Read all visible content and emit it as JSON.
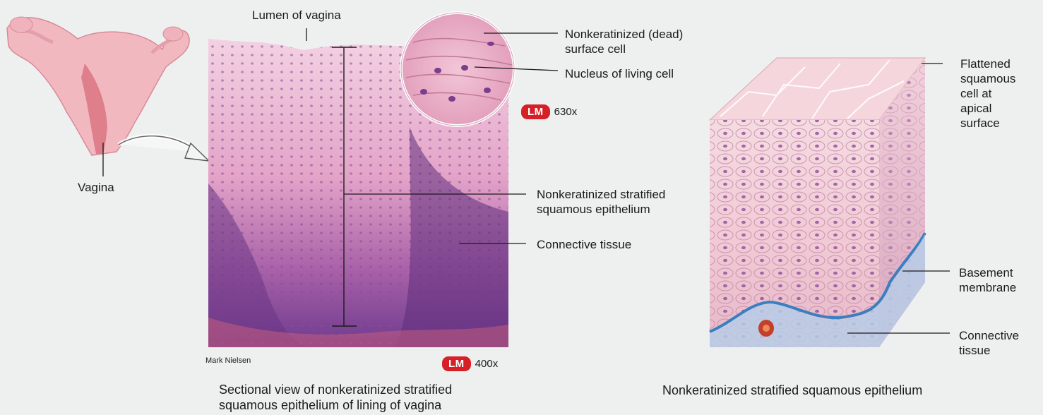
{
  "labels": {
    "lumen": "Lumen of vagina",
    "vagina": "Vagina",
    "surface_cell": "Nonkeratinized (dead)\nsurface cell",
    "nucleus": "Nucleus of living cell",
    "epithelium": "Nonkeratinized stratified\nsquamous epithelium",
    "connective_left": "Connective tissue",
    "flattened": "Flattened\nsquamous\ncell at\napical\nsurface",
    "basement": "Basement\nmembrane",
    "connective_right": "Connective\ntissue",
    "credit": "Mark Nielsen"
  },
  "magnification": {
    "inset": {
      "badge": "LM",
      "value": "630x"
    },
    "main": {
      "badge": "LM",
      "value": "400x"
    }
  },
  "captions": {
    "left": "Sectional view of nonkeratinized stratified\nsquamous epithelium of lining of vagina",
    "right": "Nonkeratinized stratified squamous epithelium"
  },
  "colors": {
    "badge": "#d62028",
    "tissue_pink": "#e8a6c8",
    "tissue_purple": "#7b3f91",
    "basement_blue": "#3a7fc0"
  }
}
